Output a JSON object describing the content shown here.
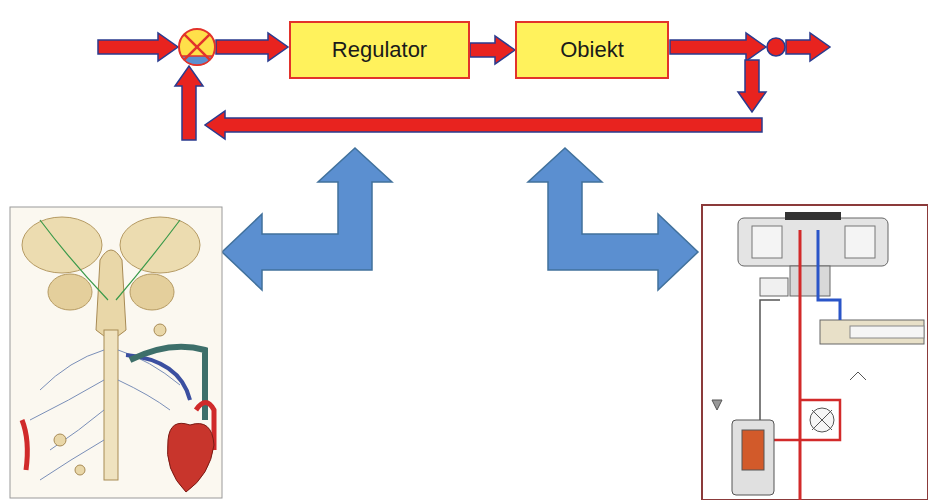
{
  "diagram": {
    "nodes": [
      {
        "text": [
          "Regulator"
        ]
      },
      {
        "text": [
          "Obiekt"
        ]
      }
    ],
    "edges": [
      {
        "from": 0,
        "to": 1,
        "arrow": "to"
      }
    ]
  }
}
